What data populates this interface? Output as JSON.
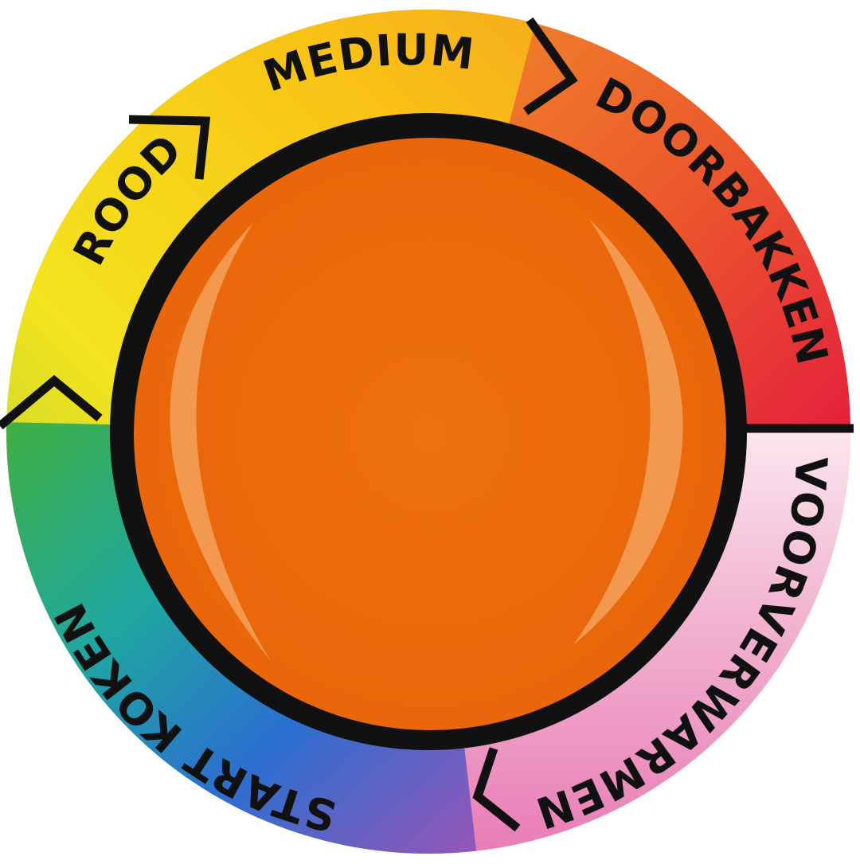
{
  "stages": {
    "start": {
      "label": "START KOKEN"
    },
    "rood": {
      "label": "ROOD"
    },
    "medium": {
      "label": "MEDIUM"
    },
    "doorbakken": {
      "label": "DOORBAKKEN"
    },
    "voorverwarmen": {
      "label": "VOORVERWARMEN"
    }
  },
  "colors": {
    "center": "#ec6c0b",
    "outline": "#111111",
    "green": "#41b347",
    "yellow": "#f6dc1c",
    "orange": "#f0962a",
    "red": "#e6203a",
    "pink": "#ec8fbe",
    "blue": "#2c6fd0"
  }
}
